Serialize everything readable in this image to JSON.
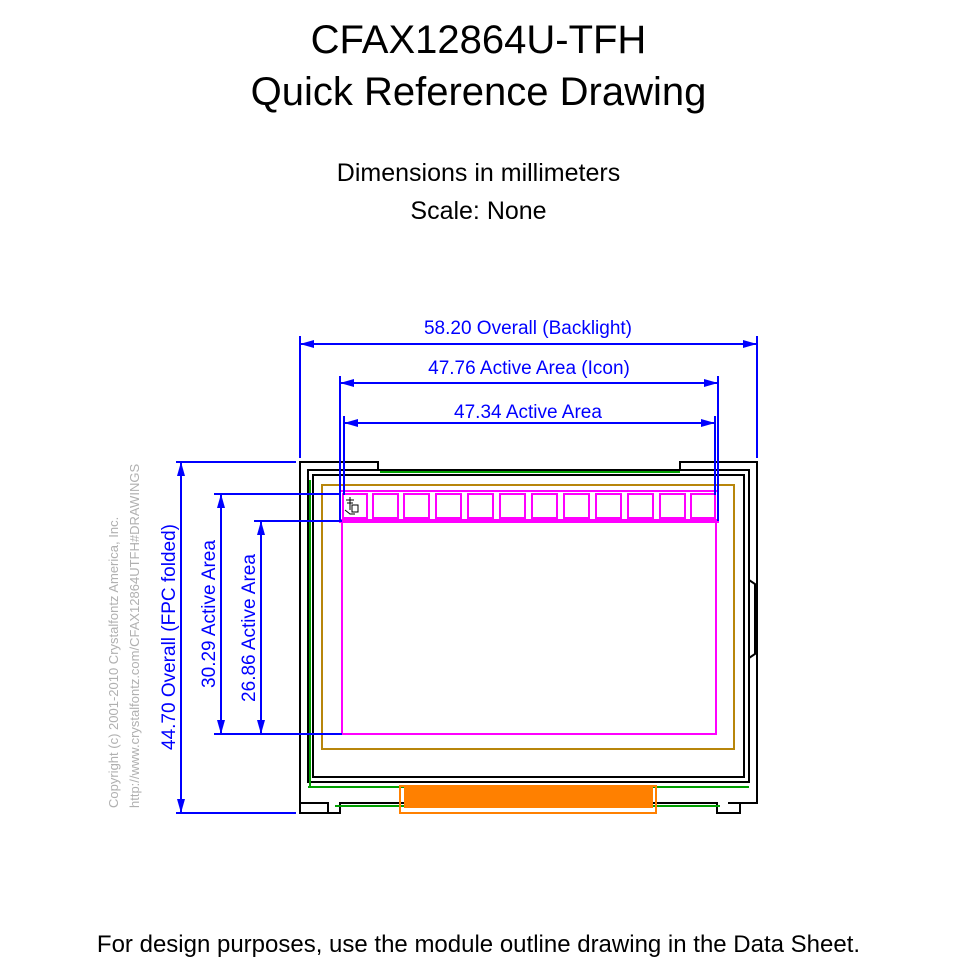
{
  "title_line1": "CFAX12864U-TFH",
  "title_line2": "Quick Reference Drawing",
  "subtitle_line1": "Dimensions in millimeters",
  "subtitle_line2": "Scale: None",
  "dimensions": {
    "overall_width": "58.20 Overall (Backlight)",
    "active_area_icon": "47.76 Active Area (Icon)",
    "active_area_width": "47.34 Active Area",
    "overall_height": "44.70 Overall (FPC folded)",
    "active_area_height_icon": "30.29 Active Area",
    "active_area_height": "26.86 Active Area"
  },
  "copyright_line1": "Copyright (c) 2001-2010 Crystalfontz America, Inc.",
  "copyright_line2": "http://www.crystalfontz.com/CFAX12864UTFH#DRAWINGS",
  "footer": "For design purposes, use the module outline drawing in the Data Sheet.",
  "colors": {
    "dimension": "#0000ff",
    "outline": "#000000",
    "pcb": "#00a000",
    "bezel": "#b8860b",
    "active_area": "#ff00ff",
    "fpc": "#ff8000"
  }
}
